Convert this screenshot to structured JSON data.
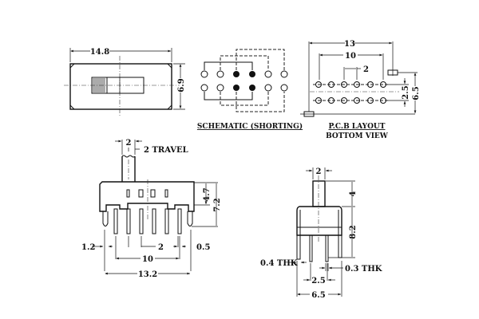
{
  "top_view": {
    "width_dim": "14.8",
    "height_dim": "6.9"
  },
  "schematic": {
    "label": "SCHEMATIC (SHORTING)"
  },
  "pcb_layout": {
    "dim_overall": "13",
    "dim_outer_pins": "10",
    "dim_pitch": "2",
    "dim_row": "2.5",
    "dim_height": "6.5",
    "label": "P.C.B LAYOUT",
    "sublabel": "BOTTOM VIEW"
  },
  "side_view": {
    "actuator_dim": "2",
    "travel": "2 TRAVEL",
    "dim_4_7": "4.7",
    "dim_7_2": "7.2",
    "dim_1_2": "1.2",
    "dim_pitch": "2",
    "dim_0_5": "0.5",
    "dim_10": "10",
    "dim_13_2": "13.2"
  },
  "front_view": {
    "actuator_dim": "2",
    "dim_4": "4",
    "dim_8_2": "8.2",
    "thk_left": "0.4 THK",
    "thk_right": "0.3 THK",
    "dim_2_5": "2.5",
    "dim_6_5": "6.5"
  }
}
